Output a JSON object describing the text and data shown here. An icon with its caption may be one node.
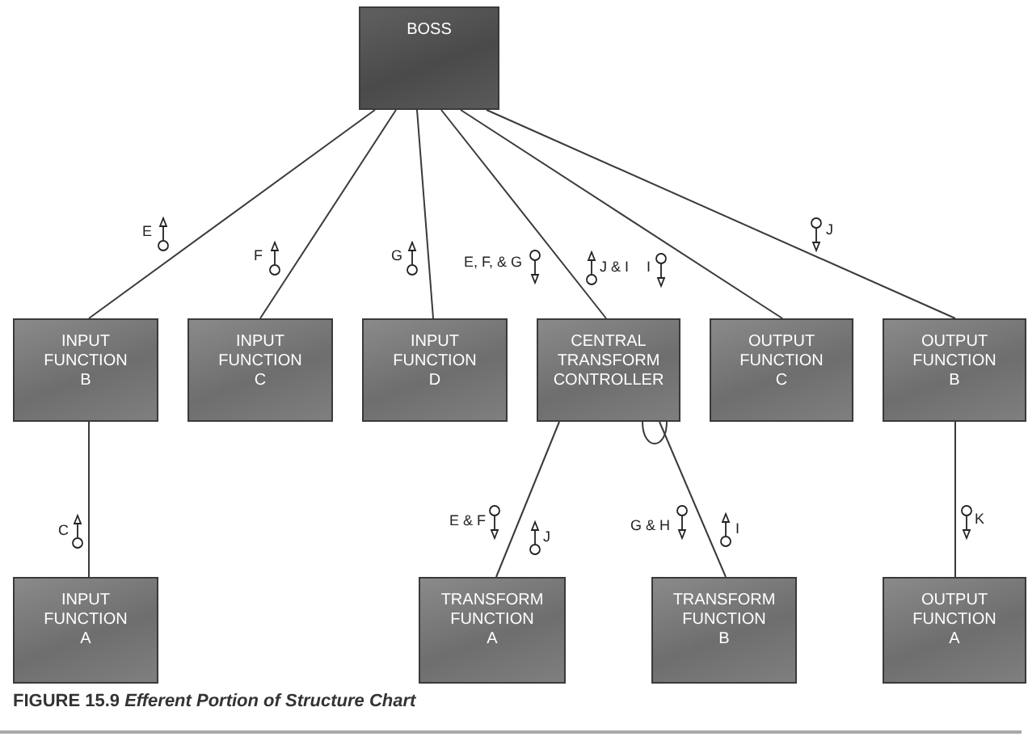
{
  "diagram": {
    "caption": "FIGURE 15.9 *Efferent Portion of Structure Chart*",
    "nodes": [
      {
        "text": [
          "BOSS"
        ]
      },
      {
        "text": [
          "INPUT FUNCTION B"
        ]
      },
      {
        "text": [
          "INPUT FUNCTION C"
        ]
      },
      {
        "text": [
          "INPUT FUNCTION D"
        ]
      },
      {
        "text": [
          "CENTRAL TRANSFORM CONTROLLER"
        ]
      },
      {
        "text": [
          "OUTPUT FUNCTION C"
        ]
      },
      {
        "text": [
          "OUTPUT FUNCTION B"
        ]
      },
      {
        "text": [
          "INPUT FUNCTION A"
        ]
      },
      {
        "text": [
          "TRANSFORM FUNCTION A"
        ]
      },
      {
        "text": [
          "TRANSFORM FUNCTION B"
        ]
      },
      {
        "text": [
          "OUTPUT FUNCTION A"
        ]
      }
    ],
    "edges": [
      {
        "from": 0,
        "to": 1,
        "arrow": "none"
      },
      {
        "from": 0,
        "to": 2,
        "arrow": "none"
      },
      {
        "from": 0,
        "to": 3,
        "arrow": "none"
      },
      {
        "from": 0,
        "to": 4,
        "arrow": "none"
      },
      {
        "from": 0,
        "to": 5,
        "arrow": "none"
      },
      {
        "from": 0,
        "to": 6,
        "arrow": "none"
      },
      {
        "from": 1,
        "to": 7,
        "arrow": "none"
      },
      {
        "from": 4,
        "to": 8,
        "arrow": "none"
      },
      {
        "from": 4,
        "to": 9,
        "arrow": "none"
      },
      {
        "from": 6,
        "to": 10,
        "arrow": "none"
      }
    ],
    "labels": [
      "E",
      "F",
      "G",
      "E, F, & G",
      "J & I",
      "I",
      "J",
      "C",
      "E & F",
      "J",
      "G & H",
      "I",
      "K"
    ]
  }
}
